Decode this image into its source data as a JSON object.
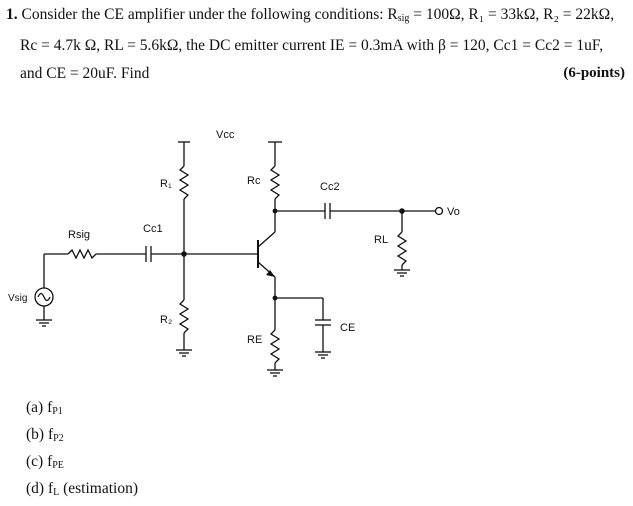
{
  "question": {
    "number": "1.",
    "line1": "Consider the CE amplifier under the following conditions: R",
    "line1_rsig_sub": "sig",
    "line1_rest": " = 100Ω, R₁ = 33kΩ, R₂ = 22kΩ,",
    "line2": "Rc = 4.7k Ω, RL = 5.6kΩ, the DC emitter current IE = 0.3mA with β = 120, Cc1 = Cc2 = 1uF,",
    "line3": "and CE = 20uF. Find",
    "points": "(6-points)"
  },
  "circuit": {
    "vcc": "Vcc",
    "r1": "R₁",
    "r2": "R₂",
    "rc": "Rc",
    "re": "RE",
    "rl": "RL",
    "rsig": "Rsig",
    "cc1": "Cc1",
    "cc2": "Cc2",
    "ce": "CE",
    "vsig": "Vsig",
    "vo": "Vo"
  },
  "parts": [
    {
      "label": "(a) f",
      "sub": "P1"
    },
    {
      "label": "(b) f",
      "sub": "P2"
    },
    {
      "label": "(c) f",
      "sub": "PE"
    },
    {
      "label": "(d) f",
      "sub": "L",
      "tail": " (estimation)"
    }
  ]
}
